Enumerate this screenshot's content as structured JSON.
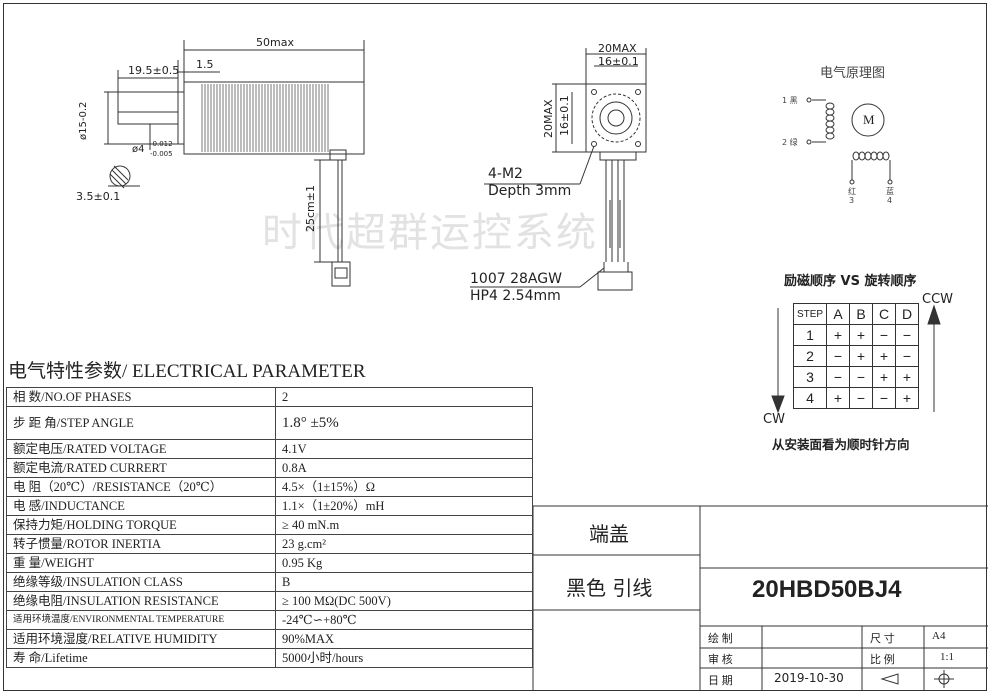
{
  "watermark": "时代超群运控系统",
  "dimensions": {
    "total_length": "50max",
    "shaft_length": "19.5±0.5",
    "boss_depth": "1.5",
    "boss_dia": "ø15-0.2",
    "boss_dia_tol": "0",
    "shaft_dia": "ø4",
    "shaft_tol_upper": "-0.012",
    "shaft_tol_lower": "-0.005",
    "flat": "3.5±0.1",
    "lead_length": "25cm±1",
    "width_max": "20MAX",
    "hole_spacing": "16±0.1",
    "height_max": "20MAX",
    "hole_spacing_v": "16±0.1",
    "mount_holes": "4-M2",
    "mount_depth": "Depth  3mm",
    "wire_spec": "1007  28AGW",
    "connector_spec": "HP4  2.54mm"
  },
  "schematic": {
    "title": "电气原理图",
    "pin1": "1 黑",
    "pin2": "2 绿",
    "pin3": "红",
    "pin3n": "3",
    "pin4": "蓝",
    "pin4n": "4",
    "motor": "M"
  },
  "sequence": {
    "title": "励磁顺序 VS 旋转顺序",
    "ccw": "CCW",
    "cw": "CW",
    "footer": "从安装面看为顺时针方向",
    "header": [
      "STEP",
      "A",
      "B",
      "C",
      "D"
    ],
    "rows": [
      [
        "1",
        "+",
        "+",
        "−",
        "−"
      ],
      [
        "2",
        "−",
        "+",
        "+",
        "−"
      ],
      [
        "3",
        "−",
        "−",
        "+",
        "+"
      ],
      [
        "4",
        "+",
        "−",
        "−",
        "+"
      ]
    ]
  },
  "params_title": "电气特性参数/ ELECTRICAL PARAMETER",
  "params": [
    {
      "label": "相    数/NO.OF PHASES",
      "value": "2"
    },
    {
      "label": "步 距 角/STEP ANGLE",
      "value": "1.8°  ±5%"
    },
    {
      "label": "额定电压/RATED VOLTAGE",
      "value": "4.1V"
    },
    {
      "label": "额定电流/RATED CURRERT",
      "value": "0.8A"
    },
    {
      "label": "电    阻（20℃）/RESISTANCE（20℃）",
      "value": "4.5×（1±15%）Ω"
    },
    {
      "label": "电    感/INDUCTANCE",
      "value": "1.1×（1±20%）mH"
    },
    {
      "label": "保持力矩/HOLDING TORQUE",
      "value": "≥ 40 mN.m"
    },
    {
      "label": "转子惯量/ROTOR INERTIA",
      "value": "23 g.cm²"
    },
    {
      "label": "重    量/WEIGHT",
      "value": "0.95 Kg"
    },
    {
      "label": "绝缘等级/INSULATION  CLASS",
      "value": "B"
    },
    {
      "label": "绝缘电阻/INSULATION  RESISTANCE",
      "value": "≥ 100 MΩ(DC 500V)"
    },
    {
      "label": "适用环境温度/ENVIRONMENTAL TEMPERATURE",
      "value": "-24℃∽+80℃"
    },
    {
      "label": "适用环境湿度/RELATIVE HUMIDITY",
      "value": "90%MAX"
    },
    {
      "label": "寿    命/Lifetime",
      "value": "5000小时/hours"
    }
  ],
  "title_block": {
    "end_cap": "端盖",
    "lead_color": "黑色 引线",
    "model": "20HBD50BJ4",
    "drawn": "绘    制",
    "checked": "审    核",
    "date_label": "日    期",
    "date": "2019-10-30",
    "size_label": "尺    寸",
    "size": "A4",
    "scale_label": "比    例",
    "scale": "1:1"
  }
}
